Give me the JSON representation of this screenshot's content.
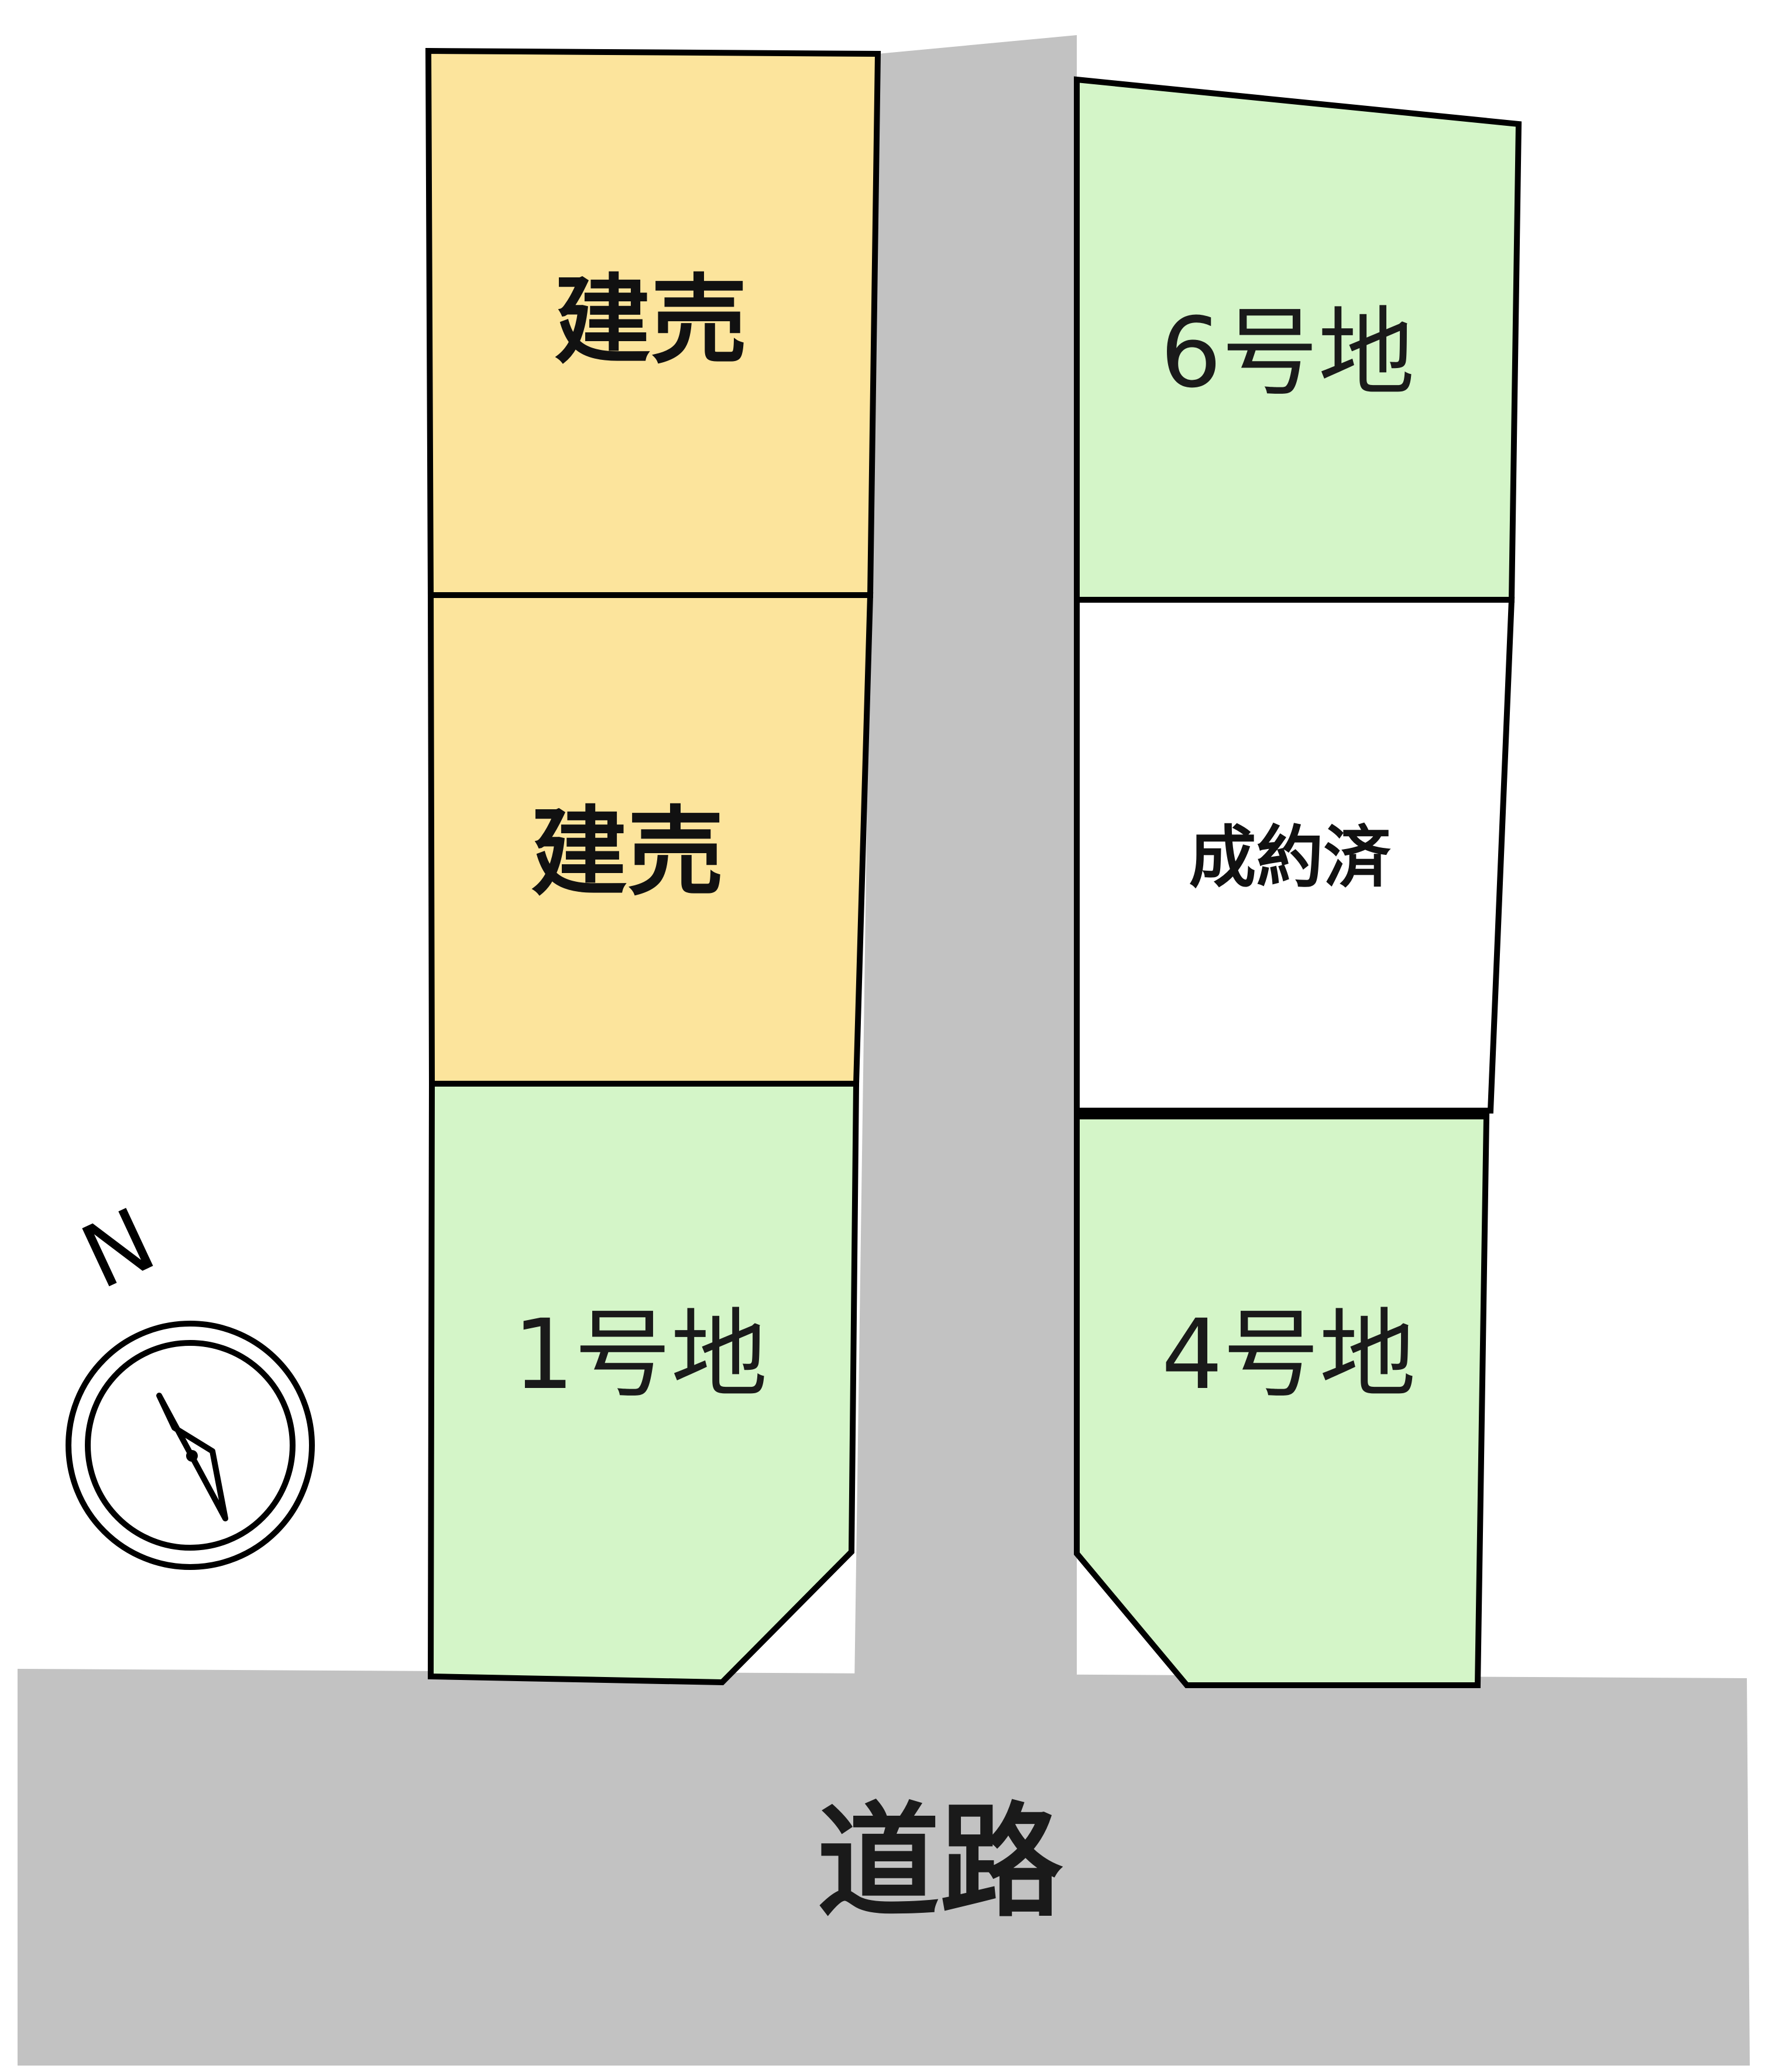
{
  "colors": {
    "road": "#c2c2c2",
    "lot_for_sale_land": "#d4f5c8",
    "lot_built_for_sale": "#fce49c",
    "lot_contracted": "#ffffff",
    "lot_outline": "#000000",
    "background": "#ffffff"
  },
  "compass": {
    "north_label": "N",
    "icon": "north-arrow-compass-icon"
  },
  "road": {
    "label": "道路"
  },
  "lots": {
    "left_top": {
      "label": "建売",
      "status": "built-for-sale"
    },
    "left_middle": {
      "label": "建売",
      "status": "built-for-sale"
    },
    "left_bottom": {
      "label": "1号地",
      "status": "available-land"
    },
    "right_top": {
      "label": "6号地",
      "status": "available-land"
    },
    "right_middle": {
      "label": "成約済",
      "status": "contracted"
    },
    "right_bottom": {
      "label": "4号地",
      "status": "available-land"
    }
  }
}
